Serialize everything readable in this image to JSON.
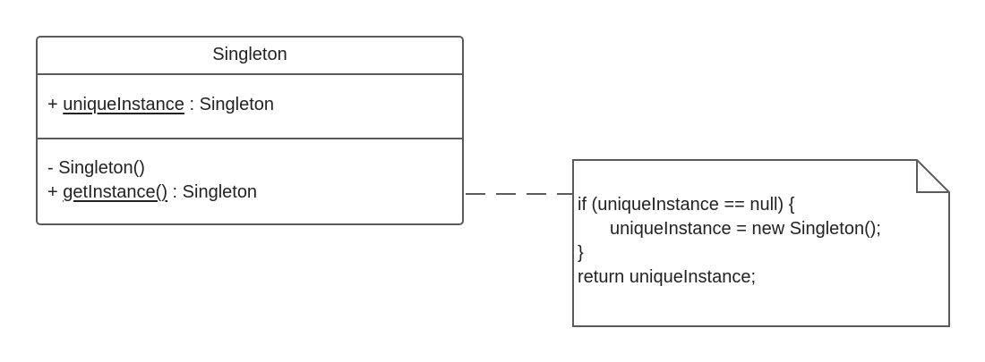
{
  "class": {
    "name": "Singleton",
    "attribute": {
      "visibility": "+",
      "name": "uniqueInstance",
      "type": ": Singleton"
    },
    "methods": [
      {
        "signature": "- Singleton()"
      },
      {
        "visibility": "+",
        "name": "getInstance()",
        "type": ": Singleton"
      }
    ]
  },
  "note": {
    "lines": [
      "if (uniqueInstance == null) {",
      "uniqueInstance = new Singleton();",
      "}",
      "return uniqueInstance;"
    ]
  },
  "colors": {
    "stroke": "#5b5b5b",
    "text": "#222222",
    "background": "#ffffff"
  }
}
